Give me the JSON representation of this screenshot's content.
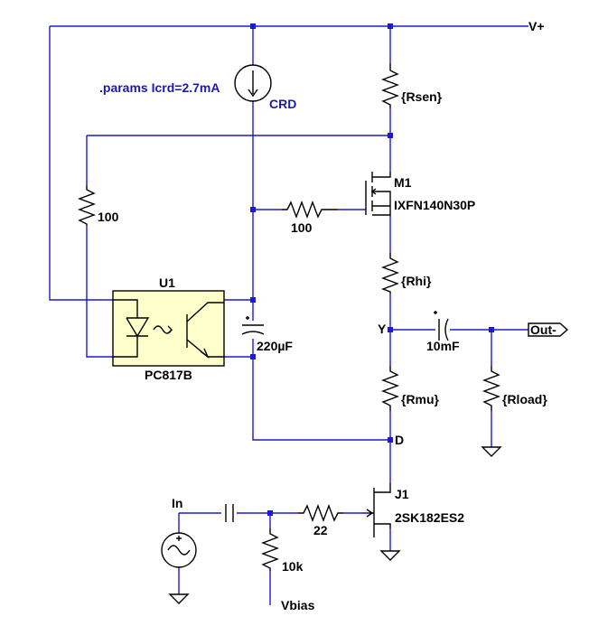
{
  "schematic": {
    "params": ".params Icrd=2.7mA",
    "crd": "CRD",
    "vplus": "V+",
    "rsen": "{Rsen}",
    "m1_name": "M1",
    "m1_model": "IXFN140N30P",
    "r_gate": "100",
    "r_left": "100",
    "u1_name": "U1",
    "u1_model": "PC817B",
    "cap_220": "220µF",
    "rhi": "{Rhi}",
    "node_y": "Y",
    "cap_out": "10mF",
    "out_label": "Out-",
    "rmu": "{Rmu}",
    "rload": "{Rload}",
    "node_d": "D",
    "j1_name": "J1",
    "j1_model": "2SK182ES2",
    "in_label": "In",
    "r_22": "22",
    "r_10k": "10k",
    "vbias": "Vbias"
  },
  "colors": {
    "wire": "#1a1ad0",
    "part": "#000000",
    "optocoupler_fill": "#ffffcc",
    "junction": "#1a1ad0"
  }
}
